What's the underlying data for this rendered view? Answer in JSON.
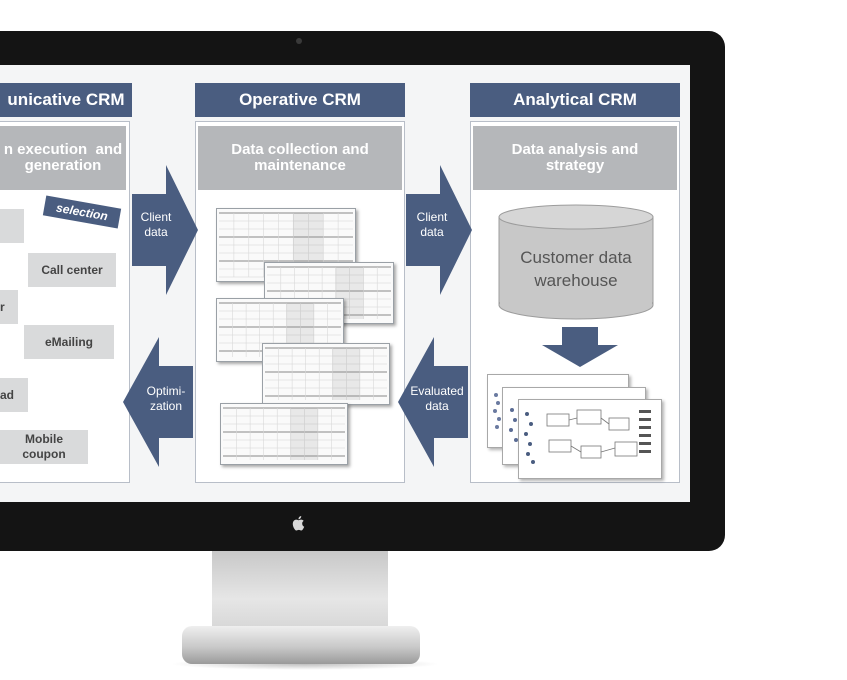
{
  "columns": {
    "communicative": {
      "header": "unicative CRM",
      "subheader": "n execution  and\ngeneration",
      "selection_tag": "selection",
      "channels": [
        "Call center",
        "r",
        "eMailing",
        "ad",
        "Mobile\ncoupon"
      ]
    },
    "operative": {
      "header": "Operative CRM",
      "subheader": "Data collection and\nmaintenance"
    },
    "analytical": {
      "header": "Analytical CRM",
      "subheader": "Data analysis and\nstrategy",
      "warehouse": "Customer data\nwarehouse"
    }
  },
  "arrows": {
    "left_top": "Client\ndata",
    "left_bottom": "Optimi-\nzation",
    "right_top": "Client\ndata",
    "right_bottom": "Evaluated\ndata"
  },
  "colors": {
    "header_blue": "#4a5d80",
    "subheader_gray": "#b5b7ba",
    "channel_gray": "#d9dadb",
    "bezel": "#141414"
  },
  "icons": {
    "monitor_logo": "apple-logo-icon"
  }
}
